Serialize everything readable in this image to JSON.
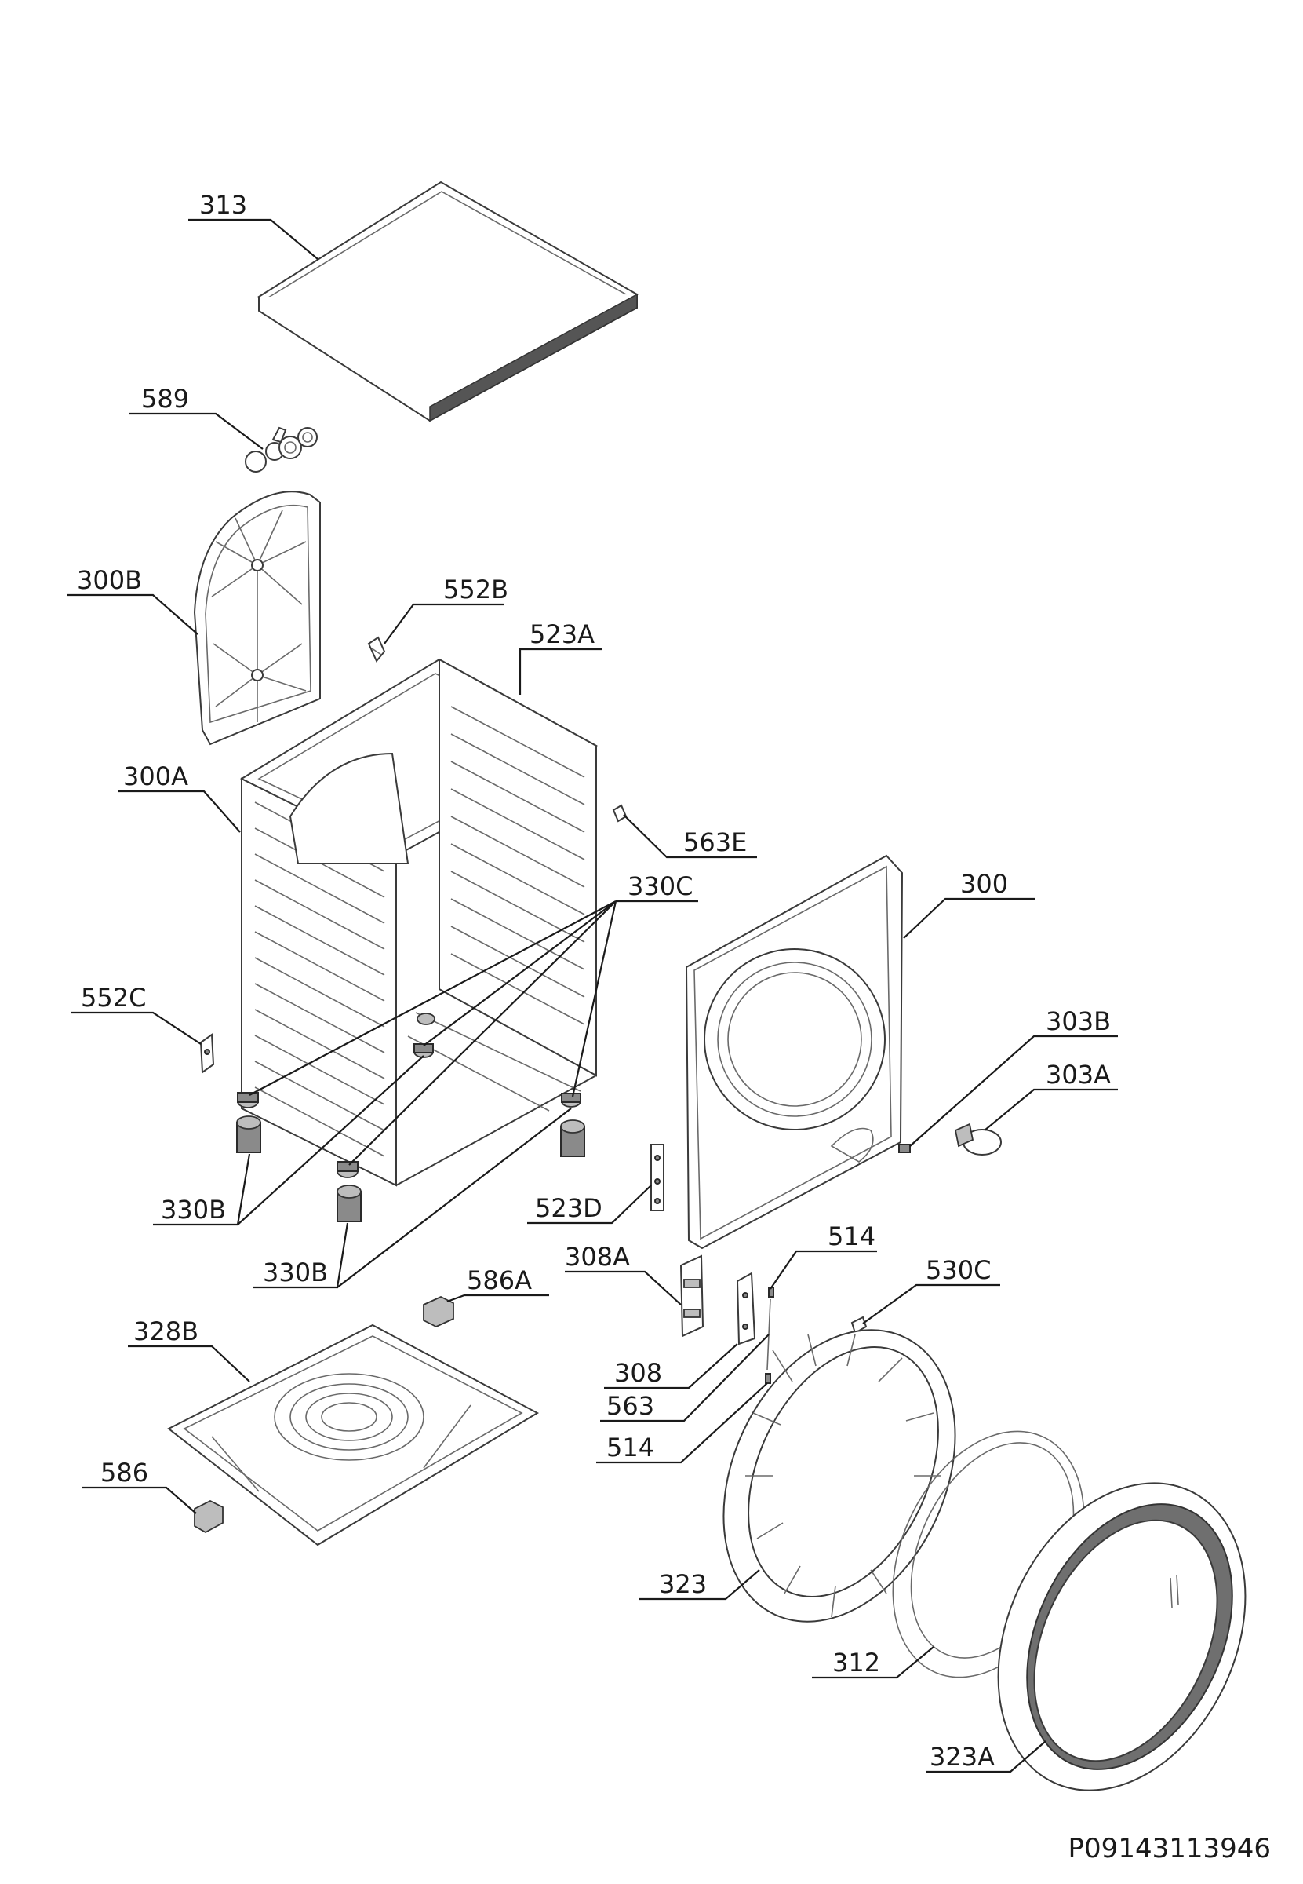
{
  "document_id": "P09143113946",
  "callouts": {
    "c313": "313",
    "c589": "589",
    "c300B": "300B",
    "c552B": "552B",
    "c523A": "523A",
    "c300A": "300A",
    "c563E": "563E",
    "c330C": "330C",
    "c300": "300",
    "c552C": "552C",
    "c303B": "303B",
    "c303A": "303A",
    "c330B_1": "330B",
    "c523D": "523D",
    "c330B_2": "330B",
    "c308A": "308A",
    "c514_1": "514",
    "c530C": "530C",
    "c586A": "586A",
    "c328B": "328B",
    "c308": "308",
    "c563": "563",
    "c514_2": "514",
    "c586": "586",
    "c323": "323",
    "c312": "312",
    "c323A": "323A"
  }
}
